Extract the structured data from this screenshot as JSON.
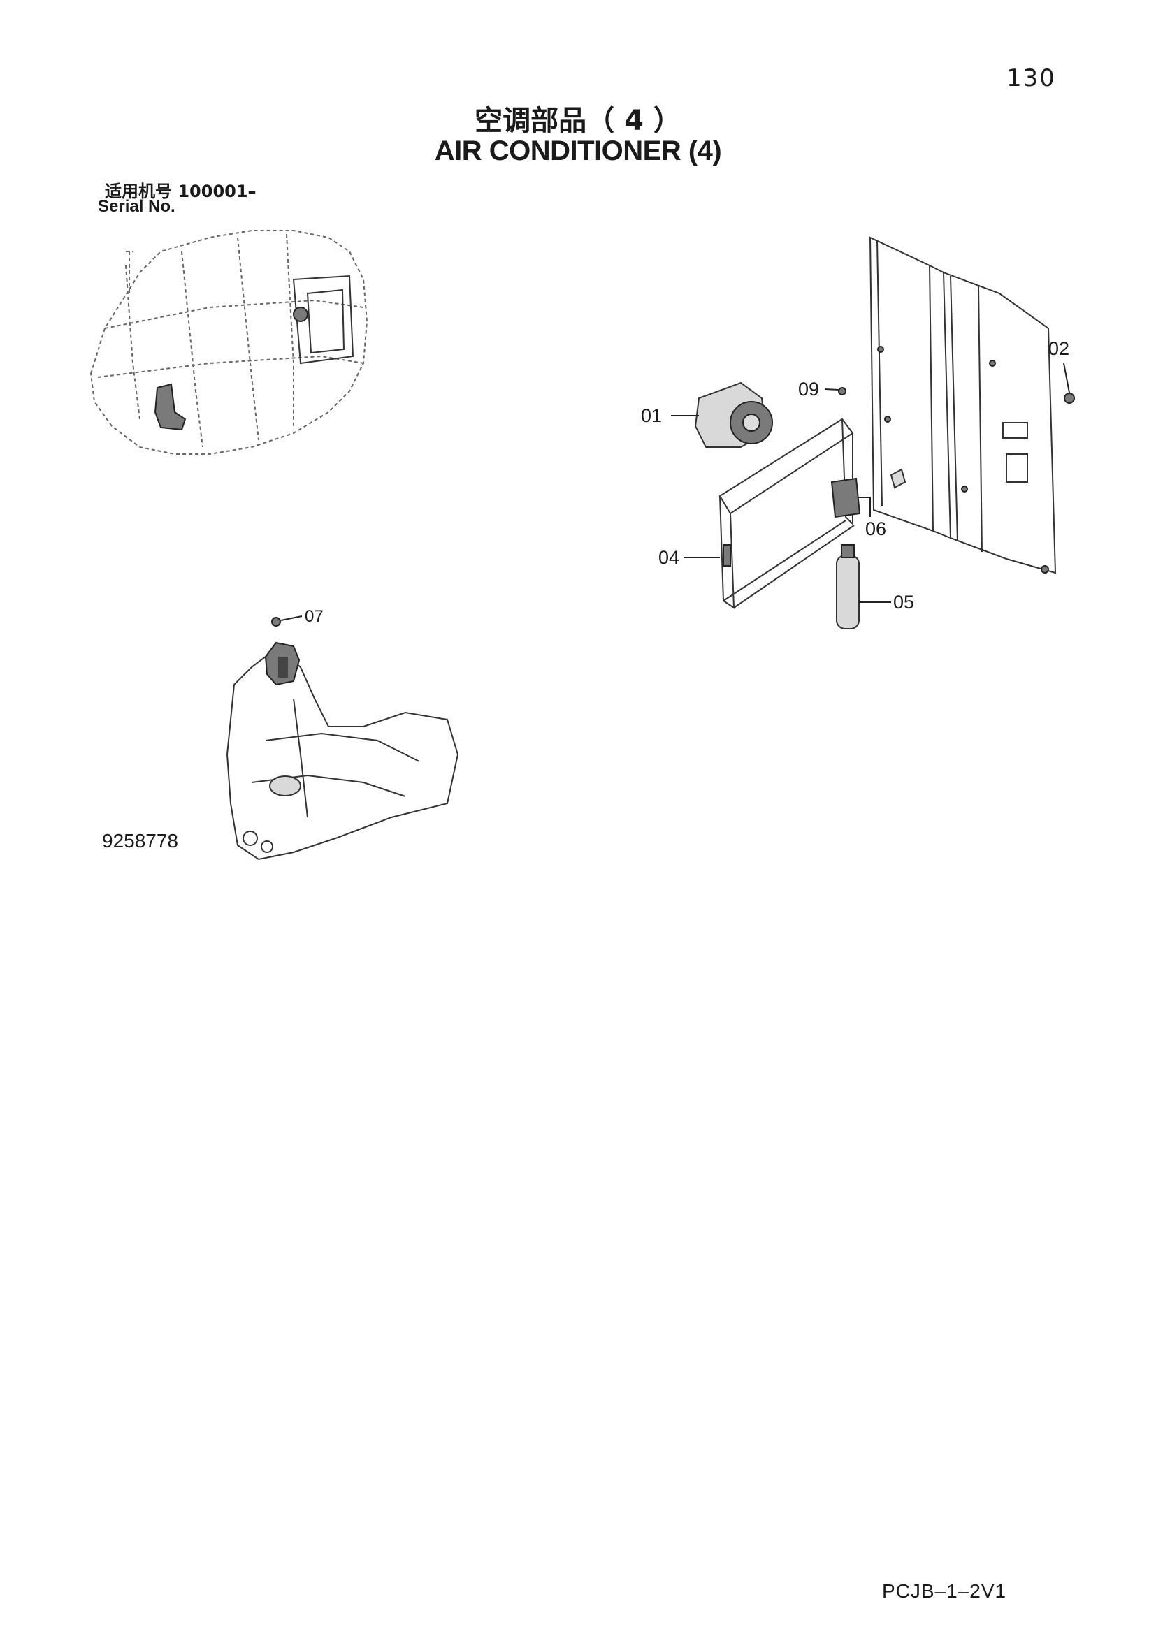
{
  "page_number": "130",
  "title_cn": "空调部品（ 4 ）",
  "title_en": "AIR CONDITIONER (4)",
  "serial_cn": "适用机号  100001–",
  "serial_en": "Serial No.",
  "drawing_number": "9258778",
  "document_code": "PCJB–1–2V1",
  "callouts": {
    "c01": "01",
    "c02": "02",
    "c04": "04",
    "c05": "05",
    "c06": "06",
    "c07": "07",
    "c09": "09"
  }
}
